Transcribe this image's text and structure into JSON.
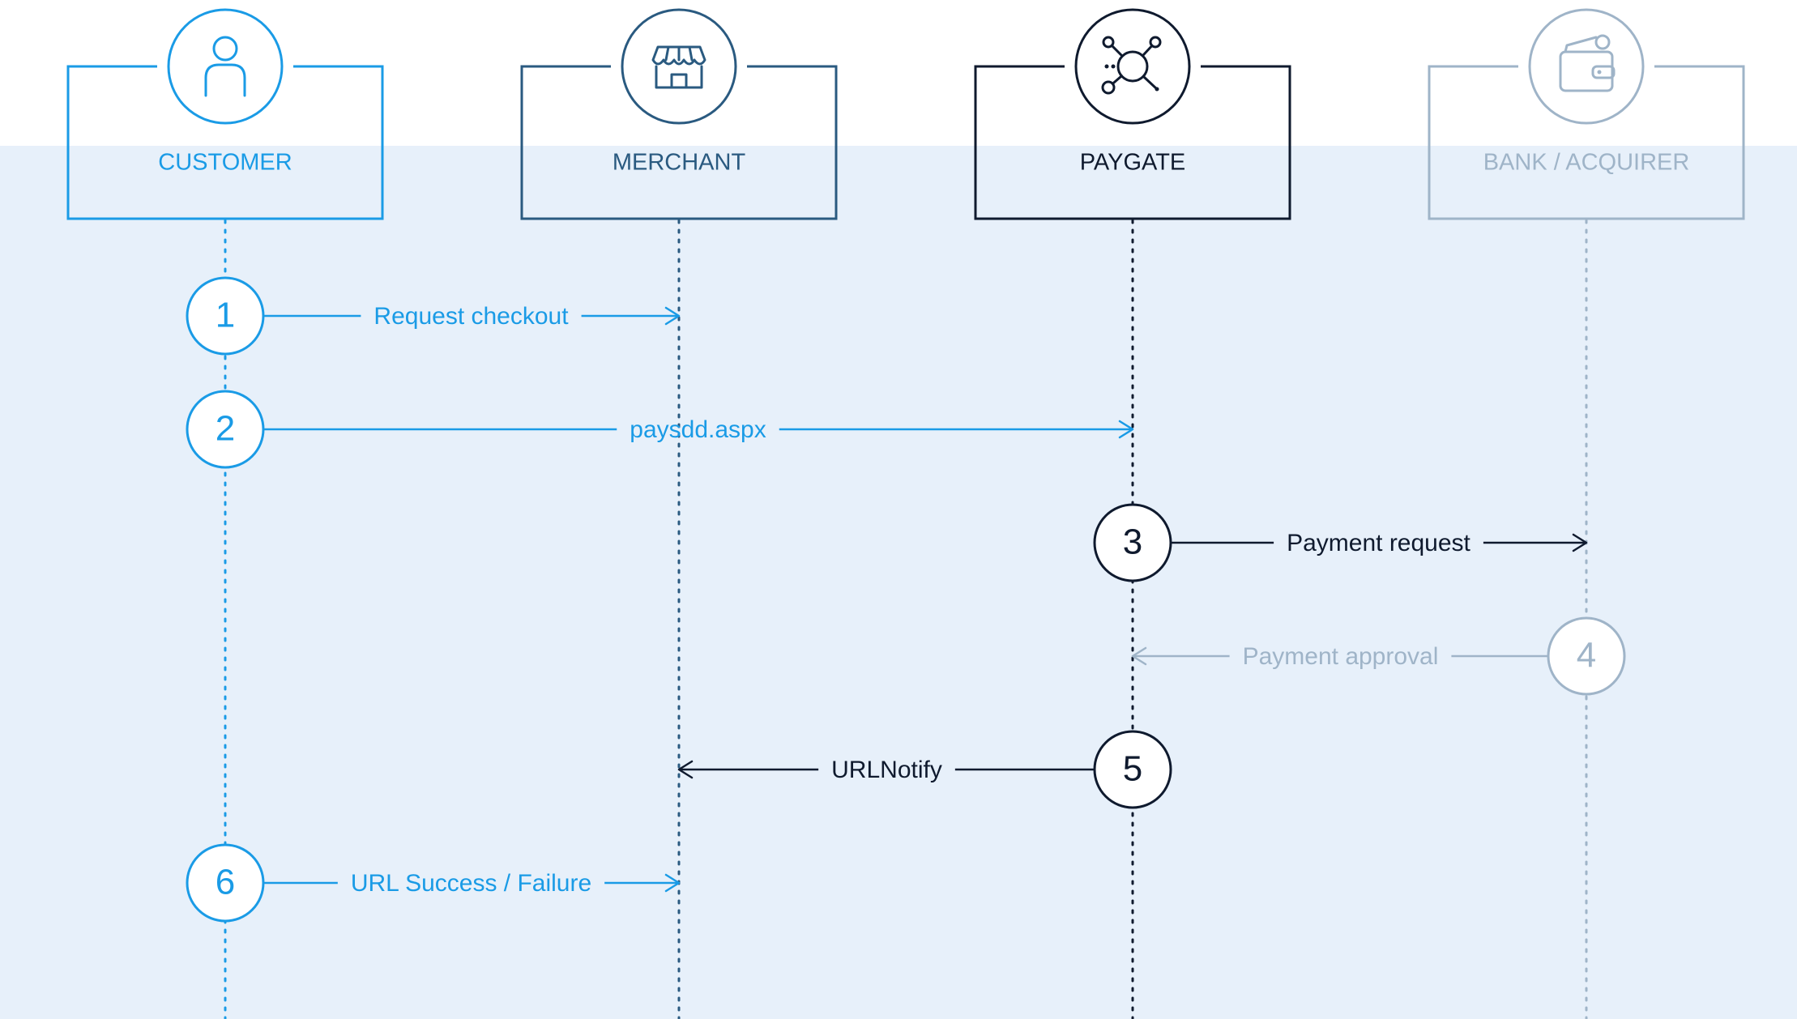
{
  "colors": {
    "customer": "#1a9be6",
    "merchant": "#2a5a80",
    "paygate": "#0f1a2e",
    "bank": "#9fb4c8",
    "band": "#e7f0fa",
    "background": "#ffffff"
  },
  "actors": [
    {
      "key": "customer",
      "label": "CUSTOMER",
      "icon": "person-icon"
    },
    {
      "key": "merchant",
      "label": "MERCHANT",
      "icon": "storefront-icon"
    },
    {
      "key": "paygate",
      "label": "PAYGATE",
      "icon": "network-hub-icon"
    },
    {
      "key": "bank",
      "label": "BANK / ACQUIRER",
      "icon": "wallet-icon"
    }
  ],
  "steps": [
    {
      "number": "1",
      "label": "Request checkout",
      "from": "customer",
      "to": "merchant"
    },
    {
      "number": "2",
      "label": "paysdd.aspx",
      "from": "customer",
      "to": "paygate"
    },
    {
      "number": "3",
      "label": "Payment request",
      "from": "paygate",
      "to": "bank"
    },
    {
      "number": "4",
      "label": "Payment approval",
      "from": "bank",
      "to": "paygate"
    },
    {
      "number": "5",
      "label": "URLNotify",
      "from": "paygate",
      "to": "merchant"
    },
    {
      "number": "6",
      "label": "URL Success / Failure",
      "from": "customer",
      "to": "merchant"
    }
  ]
}
